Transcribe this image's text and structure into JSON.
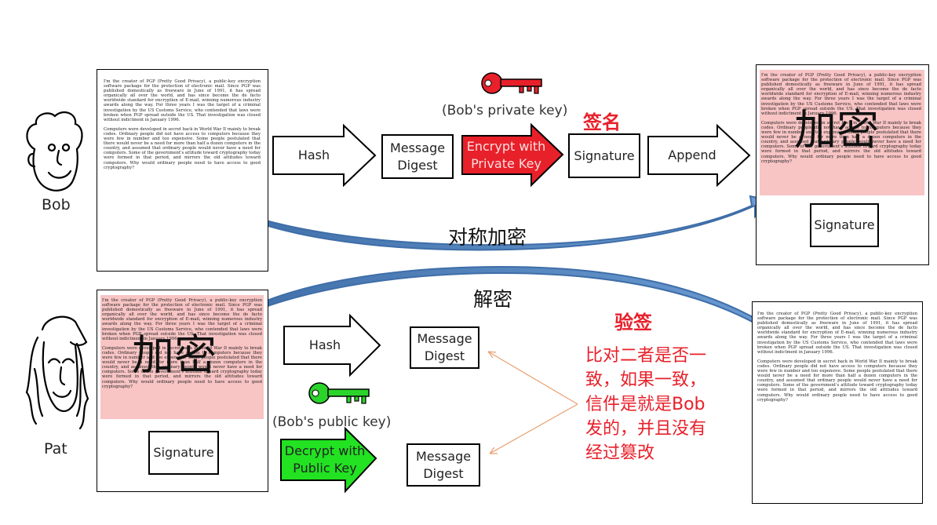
{
  "actors": {
    "sender": "Bob",
    "receiver": "Pat"
  },
  "document_text": {
    "para1": "I'm the creator of PGP (Pretty Good Privacy), a public-key encryption software package for the protection of electronic mail. Since PGP was published domestically as freeware in June of 1991, it has spread organically all over the world, and has since become the de facto worldwide standard for encryption of E-mail, winning numerous industry awards along the way. For three years I was the target of a criminal investigation by the US Customs Service, who contended that laws were broken when PGP spread outside the US. That investigation was closed without indictment in January 1996.",
    "para2": "Computers were developed in secret back in World War II mainly to break codes. Ordinary people did not have access to computers because they were few in number and too expensive. Some people postulated that there would never be a need for more than half a dozen computers in the country, and assumed that ordinary people would never have a need for computers. Some of the government's attitude toward cryptography today were formed in that period, and mirrors the old attitudes toward computers. Why would ordinary people need to have access to good cryptography?"
  },
  "top_flow": {
    "hash": "Hash",
    "digest_line1": "Message",
    "digest_line2": "Digest",
    "encrypt_line1": "Encrypt with",
    "encrypt_line2": "Private Key",
    "signature": "Signature",
    "append": "Append",
    "private_key_label": "(Bob's private key)",
    "sign_cn": "签名"
  },
  "encrypted_cn": "加密",
  "signed_doc_signature": "Signature",
  "curve_top_label": "对称加密",
  "curve_bottom_label": "解密",
  "bottom_flow": {
    "hash": "Hash",
    "digest_line1": "Message",
    "digest_line2": "Digest",
    "public_key_label": "(Bob's public key)",
    "decrypt_line1": "Decrypt with",
    "decrypt_line2": "Public Key",
    "digest2_line1": "Message",
    "digest2_line2": "Digest",
    "pat_signature": "Signature"
  },
  "verify": {
    "title": "验签",
    "line1": "比对二者是否一",
    "line2": "致，如果一致，",
    "line3": "信件是就是Bob",
    "line4": "发的，并且没有",
    "line5": "经过篡改"
  },
  "colors": {
    "private_key": "#e8202a",
    "public_key": "#2bd42b",
    "encrypt_fill": "#e8202a",
    "decrypt_fill": "#22e222",
    "curve_blue": "#4f7fb5",
    "highlight_pink": "#f8c4c4",
    "verify_red": "#e8202a",
    "connector_orange": "#e8a070"
  },
  "icons": [
    "bob-face-icon",
    "pat-face-icon",
    "private-key-icon",
    "public-key-icon"
  ]
}
